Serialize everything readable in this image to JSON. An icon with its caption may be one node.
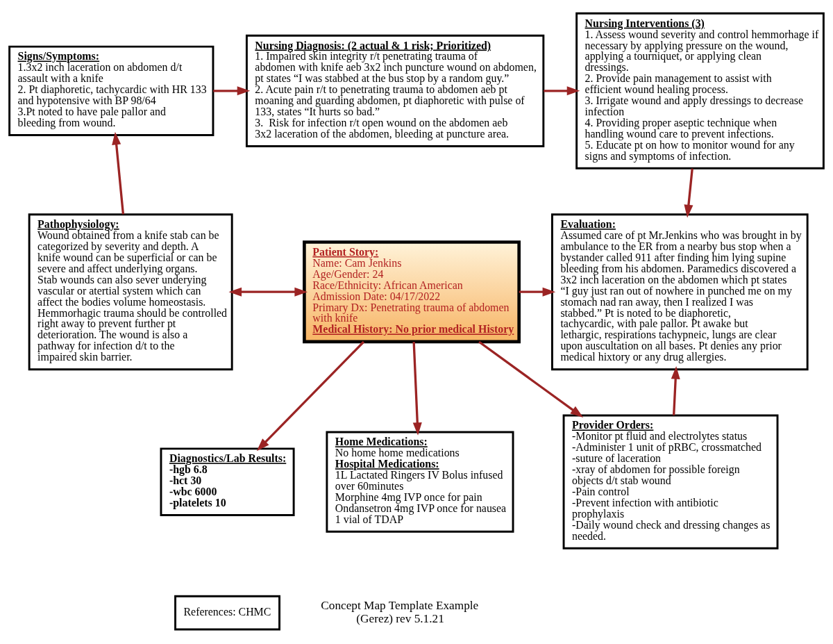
{
  "diagram": {
    "nodes": [
      {
        "text": [
          "Signs/Symptoms:",
          "1.3x2 inch laceration on abdomen d/t assault with a knife",
          "2. Pt diaphoretic, tachycardic with HR 133 and hypotensive with BP 98/64",
          "3.Pt noted to have pale pallor and bleeding from wound."
        ]
      },
      {
        "text": [
          "Nursing Diagnosis: (2 actual & 1 risk; Prioritized)",
          "1. Impaired skin integrity r/t penetrating trauma of abdomen with knife aeb 3x2 inch puncture wound on abdomen, pt states “I was stabbed at the bus stop by a random guy.”",
          "2. Acute pain r/t to penetrating trauma to abdomen aeb pt moaning and guarding abdomen, pt diaphoretic with pulse of 133, states “It hurts so bad.”",
          "3.  Risk for infection r/t open wound on the abdomen aeb 3x2 laceration of the abdomen, bleeding at puncture area."
        ]
      },
      {
        "text": [
          "Nursing Interventions (3)",
          "1. Assess wound severity and control hemmorhage if necessary by applying pressure on the wound, applying a tourniquet, or applying clean dressings.",
          "2. Provide pain management to assist with efficient wound healing process.",
          "3. Irrigate wound and apply dressings to decrease infection",
          "4. Providing proper aseptic technique when handling wound care to prevent infections.",
          "5. Educate pt on how to monitor wound for any signs and symptoms of infection."
        ]
      },
      {
        "text": [
          "Patient Story:",
          "Name: Cam Jenkins",
          "Age/Gender: 24",
          "Race/Ethnicity: African American",
          "Admission Date: 04/17/2022",
          "Primary Dx: Penetrating trauma of abdomen with knife",
          "Medical History: No prior medical History"
        ]
      },
      {
        "text": [
          "Evaluation:",
          "Assumed care of pt Mr.Jenkins who was brought in by ambulance to the ER from a nearby bus stop when a bystander called 911 after finding him lying supine bleeding from his abdomen. Paramedics discovered a 3x2 inch laceration on the abdomen which pt states “I guy just ran out of nowhere in punched me on my stomach nad ran away, then I realized I was stabbed.” Pt is noted to be diaphoretic, tachycardic, with pale pallor. Pt awake but lethargic, respirations tachypneic, lungs are clear upon auscultation on all bases. Pt denies any prior medical hixtory or any drug allergies."
        ]
      },
      {
        "text": [
          "Pathophysiology:",
          "Wound obtained from a knife stab can be categorized by severity and depth. A knife wound can be superficial or can be severe and affect underlying organs. Stab wounds can also sever underying vascular or atertial system which can affect the bodies volume homeostasis. Hemmorhagic trauma should be controlled right away to prevent further pt deterioration. The wound is also a pathway for infection d/t to the impaired skin barrier."
        ]
      },
      {
        "text": [
          "Diagnostics/Lab Results:",
          "-hgb 6.8",
          "-hct 30",
          "-wbc 6000",
          "-platelets 10"
        ]
      },
      {
        "text": [
          "Home Medications:",
          "No home home medications",
          "Hospital Medications:",
          "1L Lactated Ringers IV Bolus infused over 60minutes",
          "Morphine 4mg IVP once for pain",
          "Ondansetron 4mg IVP once for nausea",
          "1 vial of TDAP"
        ]
      },
      {
        "text": [
          "Provider Orders:",
          "-Monitor pt fluid and electrolytes status",
          "-Administer 1 unit of pRBC, crossmatched",
          "-suture of laceration",
          "-xray of abdomen for possible foreign objects d/t stab wound",
          "-Pain control",
          "-Prevent infection with antibiotic prophylaxis",
          "-Daily wound check and dressing changes as needed."
        ]
      },
      {
        "text": [
          "References: CHMC"
        ]
      }
    ],
    "edges": [
      {
        "from": 0,
        "to": 1,
        "arrow": "to"
      },
      {
        "from": 1,
        "to": 2,
        "arrow": "to"
      },
      {
        "from": 2,
        "to": 4,
        "arrow": "to"
      },
      {
        "from": 5,
        "to": 0,
        "arrow": "to"
      },
      {
        "from": 5,
        "to": 3,
        "arrow": "both"
      },
      {
        "from": 3,
        "to": 4,
        "arrow": "to"
      },
      {
        "from": 3,
        "to": 6,
        "arrow": "to"
      },
      {
        "from": 3,
        "to": 7,
        "arrow": "to"
      },
      {
        "from": 3,
        "to": 8,
        "arrow": "to"
      },
      {
        "from": 8,
        "to": 4,
        "arrow": "to"
      }
    ],
    "labels": [
      "Concept Map Template Example (Gerez) rev 5.1.21"
    ]
  }
}
